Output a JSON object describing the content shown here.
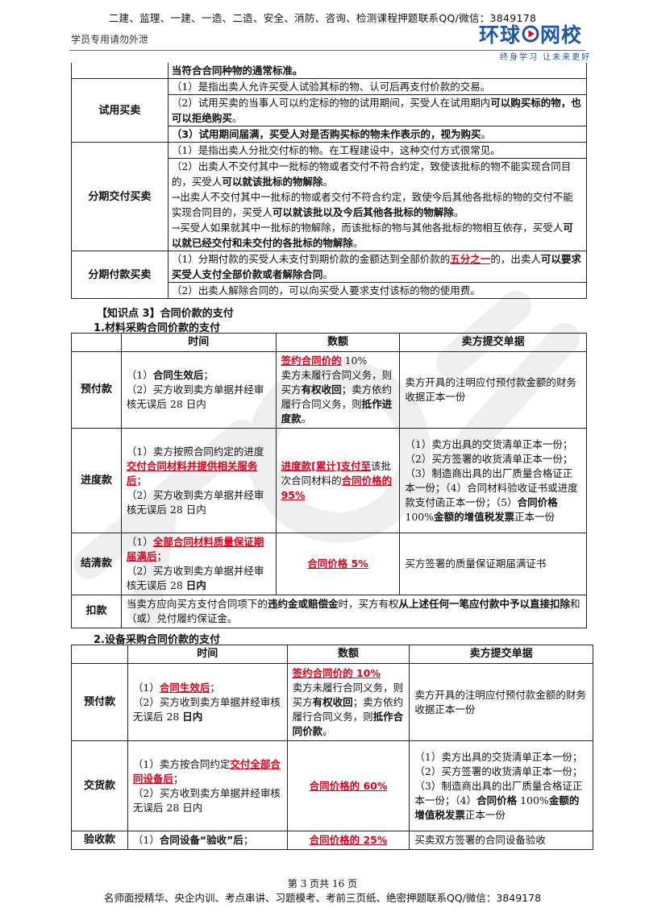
{
  "header": {
    "banner": "二建、监理、一建、一造、二造、安全、消防、咨询、检测课程押题联系QQ/微信：3849178",
    "confidential": "学员专用请勿外泄",
    "logo_text_a": "环球",
    "logo_text_b": "网校",
    "logo_slogan": "终身学习  让未来更好"
  },
  "table1": {
    "cont_row": "当符合合同种物的通常标准。",
    "trial": {
      "label": "试用买卖",
      "r1": "（1）是指出卖人允许买受人试验其标的物、认可后再支付价款的交易。",
      "r2a": "（2）试用买卖的当事人可以约定标的物的试用期间，买受人在试用期内",
      "r2b": "可以购买标的物，也可以拒绝购买",
      "r2c": "。",
      "r3": "（3）试用期间届满，买受人对是否购买标的物未作表示的，视为购买"
    },
    "install_delivery": {
      "label": "分期交付买卖",
      "r1": "（1）是指出卖人分批交付标的物。在工程建设中，这种交付方式很常见。",
      "r2a": "（2）出卖人不交付其中一批标的物或者交付不符合约定，致使该批标的物不能实现合同目的，买受人",
      "r2b": "可以就该批标的物解除",
      "r2c": "。",
      "r3a": "→出卖人不交付其中一批标的物或者交付不符合约定，致使今后其他各批标的物的交付不能实现合同目的，买受人",
      "r3b": "可以就该批以及今后其他各批标的物解除",
      "r3c": "。",
      "r4a": "→买受人如果就其中一批标的物解除，而该批标的物与其他各批标的物相互依存，买受人",
      "r4b": "可以就已经交付和未交付的各批标的物解除",
      "r4c": "。"
    },
    "install_payment": {
      "label": "分期付款买卖",
      "r1a": "（1）分期付款的买受人未支付到期价款的金额达到全部价款的",
      "r1b": "五分之一",
      "r1c": "的，出卖人",
      "r1d": "可以要求买受人支付全部价款或者解除合同",
      "r1e": "。",
      "r2": "（2）出卖人解除合同的，可以向买受人要求支付该标的物的使用费。"
    }
  },
  "section": {
    "kp3": "【知识点 3】合同价款的支付",
    "s1": "1.材料采购合同价款的支付",
    "s2": "2.设备采购合同价款的支付"
  },
  "table2": {
    "headers": [
      "时间",
      "数额",
      "卖方提交单据"
    ],
    "prepay": {
      "label": "预付款",
      "time_a": "（1）",
      "time_b": "合同生效后",
      "time_c": "；",
      "time_d": "（2）买方收到卖方单据并经审核无误后 28 日内",
      "amt_a": "签约合同价的",
      "amt_b": " 10%",
      "amt_c": "卖方未履行合同义务，则买方",
      "amt_d": "有权收回",
      "amt_e": "；卖方依约履行合同义务，则",
      "amt_f": "抵作进度款",
      "amt_g": "。",
      "docs": "卖方开具的注明应付预付款金额的财务收据正本一份"
    },
    "progress": {
      "label": "进度款",
      "time_a": "（1）卖方按照合同约定的进度",
      "time_b": "交付合同材料并提供相关服务后",
      "time_c": "；",
      "time_d": "（2）买方收到卖方单据并经审核无误后 28 日内",
      "amt_a": "进度款[累计]支付至",
      "amt_b": "该批次合同材料的",
      "amt_c": "合同价格的 95%",
      "docs_a": "（1）卖方出具的交货清单正本一份；（2）买方签署的收货清单正本一份；（3）制造商出具的出厂质量合格证正本一份；（4）合同材料验收证书或进度款支付函正本一份；（5）",
      "docs_b": "合同价格",
      "docs_c": " 100%",
      "docs_d": "金额的增值税发票",
      "docs_e": "正本一份"
    },
    "final": {
      "label": "结清款",
      "time_a": "（1）",
      "time_b": "全部合同材料质量保证期届满后",
      "time_c": "；",
      "time_d": "（2）买方收到卖方单据并经审核无误后 28 ",
      "time_e": "日内",
      "amt": "合同价格 5%",
      "docs": "买方签署的质量保证期届满证书"
    },
    "deduct": {
      "label": "扣款",
      "a": "当卖方应向买方支付合同项下的",
      "b": "违约金或赔偿金",
      "c": "时，买方有权",
      "d": "从上述任何一笔应付款中予以直接扣除",
      "e": "和（或）兑付履约保证金。"
    }
  },
  "table3": {
    "headers": [
      "时间",
      "数额",
      "卖方提交单据"
    ],
    "prepay": {
      "label": "预付款",
      "time_a": "（1）",
      "time_b": "合同生效后",
      "time_c": "；",
      "time_d": "（2）买方收到卖方单据并经审核无误后 28 ",
      "time_e": "日内",
      "amt_a": "签约合同价的 10%",
      "amt_c": "卖方未履行合同义务，则买方",
      "amt_d": "有权收回",
      "amt_e": "；卖方依约履行合同义务，则",
      "amt_f": "抵作合同价款",
      "amt_g": "。",
      "docs": "卖方开具的注明应付预付款金额的财务收据正本一份"
    },
    "delivery": {
      "label": "交货款",
      "time_a": "（1）卖方按合同约定",
      "time_b": "交付全部合同设备后",
      "time_c": "；",
      "time_d": "（2）买方收到卖方单据并经审核无误后 28 日内",
      "amt": "合同价格的 60%",
      "docs_a": "（1）卖方出具的交货清单正本一份；（2）买方签署的收货清单正本一份；（3）制造商出具的出厂质量合格证正本一份；（4）",
      "docs_b": "合同价格",
      "docs_c": " 100%",
      "docs_d": "金额的增值税发票",
      "docs_e": "正本一份"
    },
    "acceptance": {
      "label": "验收款",
      "time_a": "（1）",
      "time_b": "合同设备“验收”后",
      "time_c": "；",
      "amt": "合同价格的 25%",
      "docs": "买卖双方签署的合同设备验收"
    }
  },
  "footer": {
    "page": "第 3 页共 16 页",
    "ad": "名师面授精华、央企内训、考点串讲、习题模考、考前三页纸、绝密押题联系QQ/微信：3849178"
  }
}
